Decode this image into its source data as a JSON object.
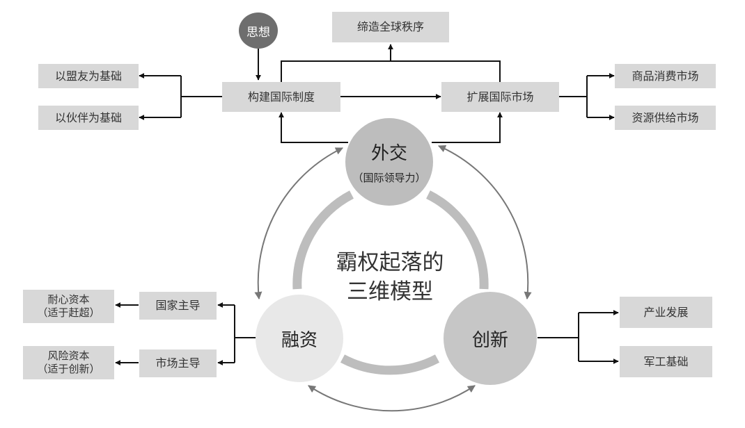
{
  "thought": "思想",
  "top": {
    "order": "缔造全球秩序",
    "institution": "构建国际制度",
    "market": "扩展国际市场"
  },
  "left_top": {
    "allies": "以盟友为基础",
    "partners": "以伙伴为基础"
  },
  "right_top": {
    "consumer": "商品消费市场",
    "resource": "资源供给市场"
  },
  "center": {
    "line1": "霸权起落的",
    "line2": "三维模型"
  },
  "diplomacy": {
    "title": "外交",
    "subtitle": "（国际领导力）"
  },
  "finance": {
    "title": "融资",
    "state_led": "国家主导",
    "market_led": "市场主导",
    "patient": {
      "line1": "耐心资本",
      "line2": "（适于赶超）"
    },
    "venture": {
      "line1": "风险资本",
      "line2": "（适于创新）"
    }
  },
  "innovation": {
    "title": "创新",
    "industry": "产业发展",
    "military": "军工基础"
  },
  "colors": {
    "box": "#d8d8d8",
    "diplomacy_circle": "#bdbdbd",
    "innovation_circle": "#c6c6c6",
    "finance_circle": "#e8e8e8",
    "thought_circle": "#6e6e6e",
    "ring": "#bdbdbd",
    "arrow": "#111111",
    "outer_arrow": "#777777"
  }
}
